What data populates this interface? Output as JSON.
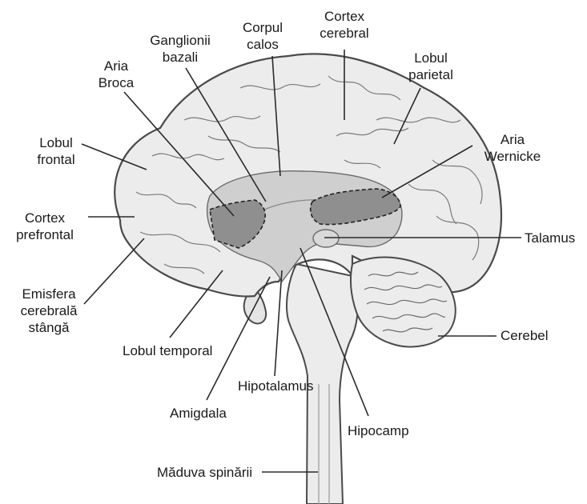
{
  "labels": {
    "cortex_cerebral": [
      "Cortex",
      "cerebral"
    ],
    "corpul_calos": [
      "Corpul",
      "calos"
    ],
    "ganglionii_bazali": [
      "Ganglionii",
      "bazali"
    ],
    "aria_broca": [
      "Aria",
      "Broca"
    ],
    "lobul_parietal": [
      "Lobul",
      "parietal"
    ],
    "lobul_frontal": [
      "Lobul",
      "frontal"
    ],
    "aria_wernicke": [
      "Aria",
      "Wernicke"
    ],
    "cortex_prefrontal": [
      "Cortex",
      "prefrontal"
    ],
    "talamus": "Talamus",
    "emisfera": [
      "Emisfera",
      "cerebrală",
      "stângă"
    ],
    "lobul_temporal": "Lobul temporal",
    "cerebel": "Cerebel",
    "hipotalamus": "Hipotalamus",
    "amigdala": "Amigdala",
    "hipocamp": "Hipocamp",
    "maduva": "Măduva spinării"
  },
  "colors": {
    "cortex_fill": "#ececec",
    "inner_fill": "#cfcfcf",
    "area_fill": "#8f8f8f",
    "outline": "#4a4a4a"
  }
}
